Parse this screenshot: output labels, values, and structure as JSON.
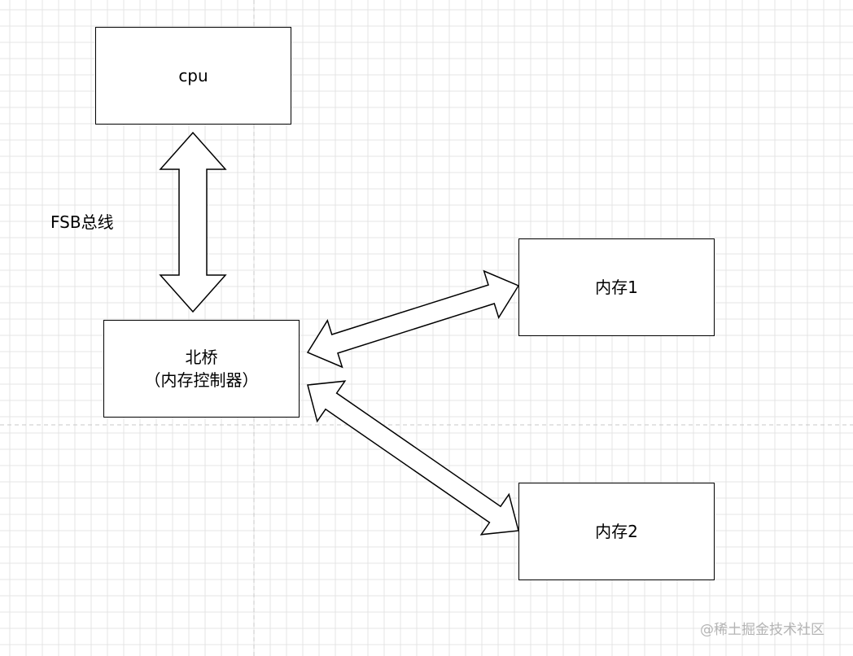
{
  "diagram": {
    "nodes": {
      "cpu": {
        "label": "cpu"
      },
      "northbridge": {
        "label": "北桥\n（内存控制器）"
      },
      "memory1": {
        "label": "内存1"
      },
      "memory2": {
        "label": "内存2"
      }
    },
    "edges": [
      {
        "from": "cpu",
        "to": "northbridge",
        "style": "hollow-double-arrow"
      },
      {
        "from": "northbridge",
        "to": "memory1",
        "style": "hollow-double-arrow"
      },
      {
        "from": "northbridge",
        "to": "memory2",
        "style": "hollow-double-arrow"
      }
    ],
    "labels": {
      "fsb": "FSB总线"
    },
    "watermark": "@稀土掘金技术社区"
  },
  "colors": {
    "background": "#ffffff",
    "grid": "#e4e4e4",
    "guide": "#c8c8c8",
    "stroke": "#000000",
    "watermark": "#b4b4b4"
  }
}
